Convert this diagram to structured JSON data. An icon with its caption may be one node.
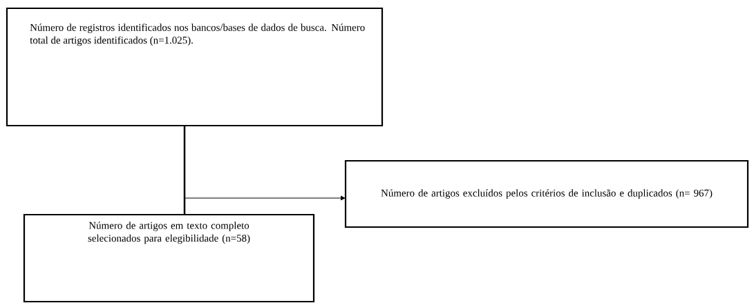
{
  "diagram": {
    "nodes": [
      {
        "text": [
          "Número de registros identificados nos bancos/bases de dados de busca. Número total de artigos identificados (n=1.025)."
        ]
      },
      {
        "text": [
          "Número de artigos excluídos pelos critérios de inclusão e duplicados (n= 967)"
        ]
      },
      {
        "text": [
          "Número de artigos em texto completo selecionados para elegibilidade (n=58)"
        ]
      }
    ],
    "edges": [
      {
        "from": 0,
        "to": 1,
        "arrow": "to"
      },
      {
        "from": 0,
        "to": 2,
        "arrow": "none"
      }
    ]
  }
}
